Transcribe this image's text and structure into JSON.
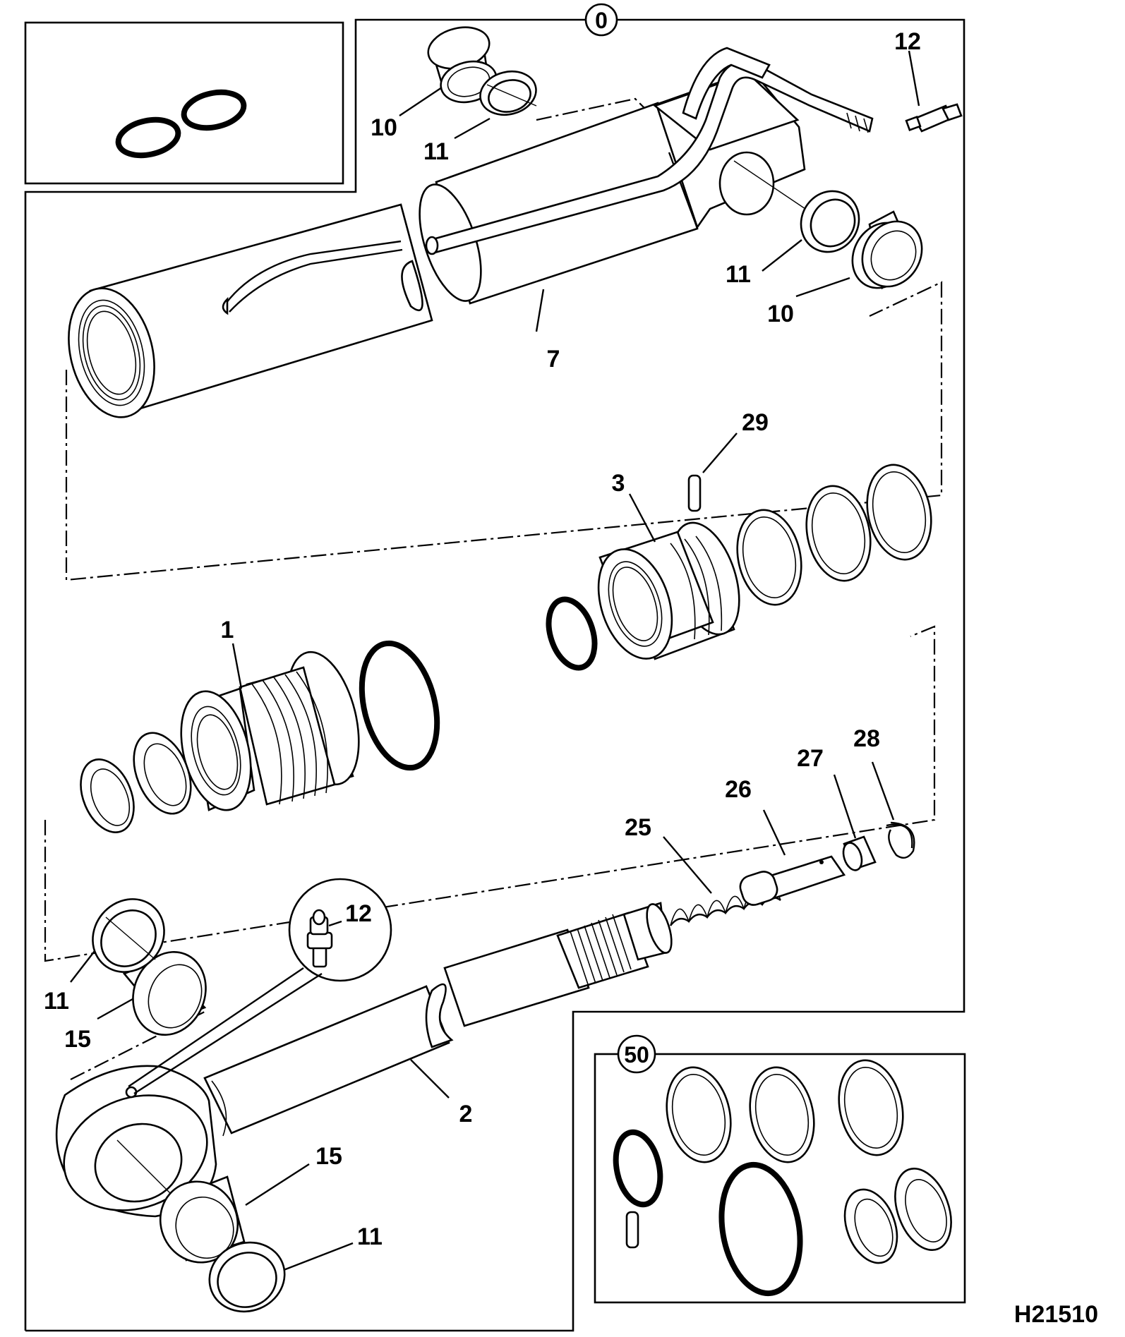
{
  "diagram": {
    "figure_id": "H21510",
    "kit_labels": {
      "main": "0",
      "seal_kit": "50"
    },
    "callouts": {
      "barrel_pipe": "12",
      "bush_top": "10",
      "seal_top": "11",
      "barrel": "7",
      "seal_right": "11",
      "bush_right": "10",
      "pin": "29",
      "piston": "3",
      "gland": "1",
      "valve": "26",
      "collar": "27",
      "circlip": "28",
      "spring": "25",
      "grease_nipple": "12",
      "seal_rod_left": "11",
      "bush_rod_left": "15",
      "rod": "2",
      "bush_rod_bottom": "15",
      "seal_rod_bottom": "11"
    }
  }
}
